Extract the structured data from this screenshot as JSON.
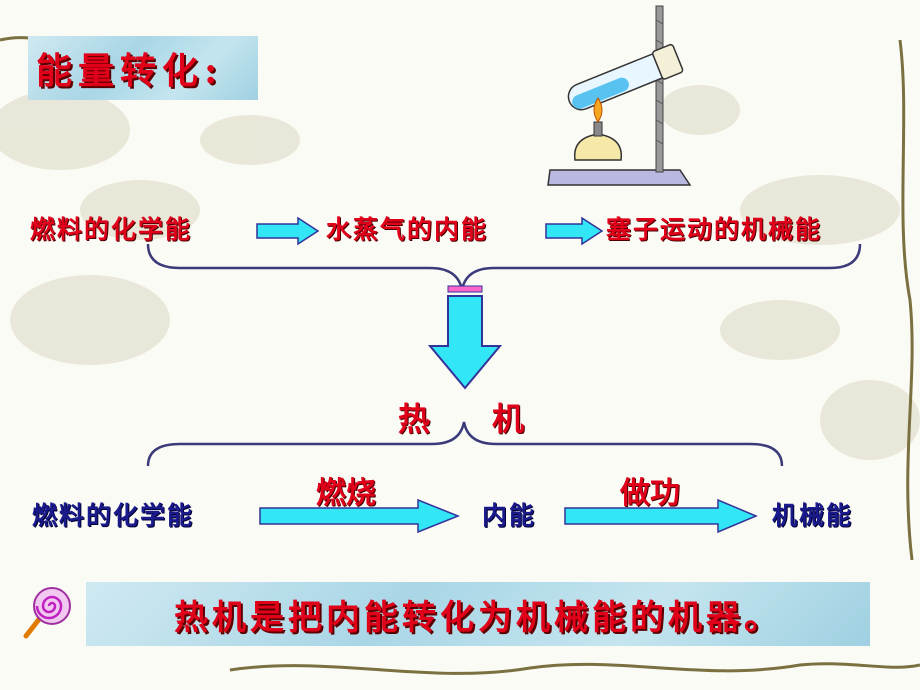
{
  "title": "能量转化:",
  "top_row": {
    "item1": "燃料的化学能",
    "item2": "水蒸气的内能",
    "item3": "塞子运动的机械能"
  },
  "middle": {
    "char1": "热",
    "char2": "机"
  },
  "bottom_row": {
    "item1": "燃料的化学能",
    "label1": "燃烧",
    "item2": "内能",
    "label2": "做功",
    "item3": "机械能"
  },
  "conclusion": "热机是把内能转化为机械能的机器。",
  "colors": {
    "red": "#e0001a",
    "blue": "#1a1a8c",
    "arrow_cyan": "#33e6f5",
    "brace": "#3b3b7a"
  }
}
